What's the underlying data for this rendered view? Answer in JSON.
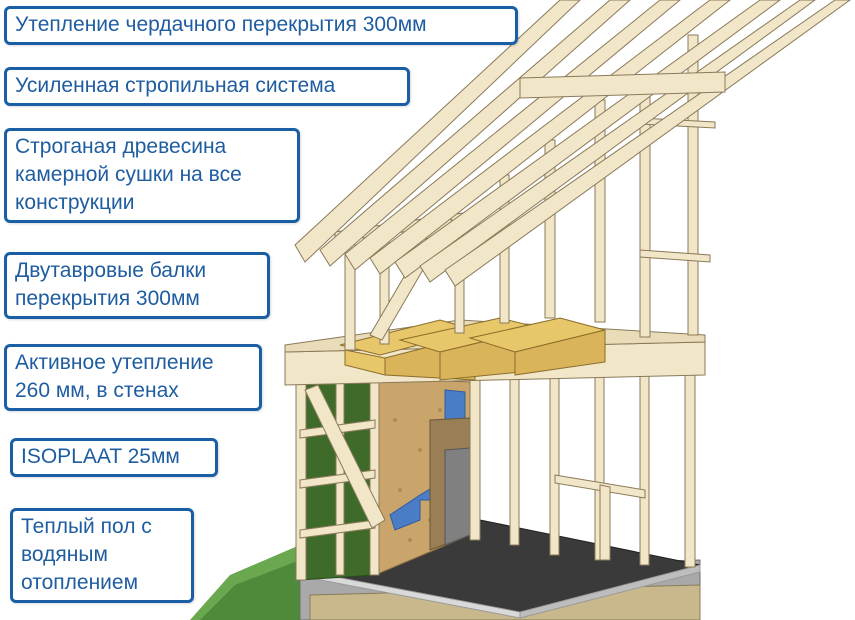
{
  "labels": [
    "Утепление чердачного перекрытия 300мм",
    "Усиленная стропильная система",
    "Строганая древесина\nкамерной сушки на все\nконструкции",
    "Двутавровые балки\nперекрытия 300мм",
    "Активное утепление\n260 мм, в стенах",
    "ISOPLAAT 25мм",
    "Теплый пол с\nводяным\nотоплением"
  ],
  "colors": {
    "label_border": "#1a5fa6",
    "label_text": "#1f5da0",
    "timber": "#f1e6c8",
    "timber_edge": "#8a7a5a",
    "joist_yellow": "#e7c76a",
    "mineral_wool": "#c9a56b",
    "isoplaat": "#9a7e55",
    "green_board": "#3f6b2a",
    "vapour_blue": "#4b7dc6",
    "screed": "#3a3a3a",
    "grass": "#6aa84f",
    "foundation": "#8f8f8f"
  }
}
